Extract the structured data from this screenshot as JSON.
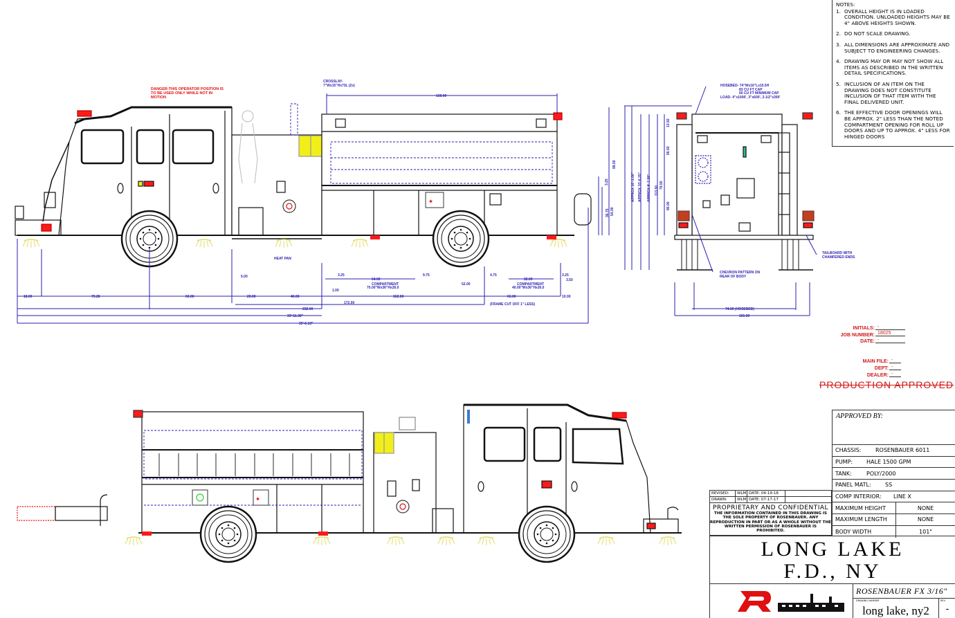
{
  "notes": {
    "title": "NOTES:",
    "items": [
      {
        "num": "1.",
        "text": "OVERALL HEIGHT IS IN LOADED CONDITION. UNLOADED HEIGHTS MAY BE 4\" ABOVE HEIGHTS SHOWN."
      },
      {
        "num": "2.",
        "text": "DO NOT SCALE DRAWING."
      },
      {
        "num": "3.",
        "text": "ALL DIMENSIONS ARE APPROXIMATE AND SUBJECT TO ENGINEERING CHANGES."
      },
      {
        "num": "4.",
        "text": "DRAWING MAY OR MAY NOT SHOW ALL ITEMS AS DESCRIBED IN THE WRITTEN DETAIL SPECIFICATIONS."
      },
      {
        "num": "5.",
        "text": "INCLUSION OF AN ITEM ON THE DRAWING DOES NOT CONSTITUTE INCLUSION OF THAT ITEM WITH THE FINAL DELIVERED UNIT."
      },
      {
        "num": "6.",
        "text": "THE EFFECTIVE DOOR OPENINGS WILL BE APPROX. 2\" LESS THAN THE NOTED COMPARTMENT OPENING FOR ROLL UP DOORS AND UP TO APPROX. 4\" LESS FOR HINGED DOORS"
      }
    ]
  },
  "annotations": {
    "warning": "DANGER-THIS OPERATOR POSITION IS TO BE USED ONLY WHILE NOT IN MOTION",
    "crosslay": "CROSSLAY-",
    "crosslay_detail": "7\"Wx15\"Hx73L (2x)",
    "hosebed_1": "HOSEBED- 74\"Wx16\"Lx15.5H",
    "hosebed_2": "83 CU FT CAP",
    "hosebed_3": "60 CU FT MINIMUM CAP",
    "hosebed_4": "LOAD- 4\"x1000', 3\"x600', 2-1/2\"x300'",
    "heat_pan": "HEAT PAN",
    "chevron_1": "CHEVRON PATTERN ON",
    "chevron_2": "REAR OF BODY",
    "tailboard_1": "TAILBOARD WITH",
    "tailboard_2": "CHAMFERED ENDS",
    "frame_cut": "(FRAME CUT OFF 1\" LESS)",
    "compartment_1_label": "COMPARTMENT",
    "compartment_1_size": "70.00\"Wx36\"Hx26.0",
    "compartment_2_label": "COMPARTMENT",
    "compartment_2_size": "40.00\"Wx36\"Hx26.0"
  },
  "dimensions": {
    "d1800": "18.00",
    "d7928": "79.28",
    "d6000": "60.00",
    "d500": "5.00",
    "d2000": "20.00",
    "d4600": "46.00",
    "d100": "1.00",
    "d325a": "3.25",
    "d6400": "64.00",
    "d975": "9.75",
    "d16200": "162.00",
    "d5200": "52.00",
    "d475": "4.75",
    "d3200": "32.00",
    "d325b": "3.25",
    "d350": "3.50",
    "d6600": "66.00",
    "d1000": "10.00",
    "d17200": "172.00",
    "d23200": "232.00",
    "overall_wb": "33'-11.38\"",
    "overall_len": "35'-6.13\"",
    "d16800": "168.00",
    "h325": "3.25",
    "h3675": "36.75",
    "h5400": "54.00",
    "h9950": "99.50",
    "r1350": "13.50",
    "r5650": "56.50",
    "r7950": "79.50",
    "r11350": "113.50",
    "r9500": "95.00",
    "approx1": "APPROX 10'-1.00\"",
    "approx2": "APPROX 10'-6.25\"",
    "approx3": "APPROX 9'-7.38\"",
    "w7400": "74.00 (HOSEBED)",
    "w10100": "101.00"
  },
  "production": {
    "initials_label": "INITIALS:",
    "initials_value": "-",
    "job_label": "JOB NUMBER:",
    "job_value": "18025",
    "date_label": "DATE:",
    "date_value": "-",
    "main_file_label": "MAIN FILE:",
    "main_file_value": "-",
    "dept_label": "DEPT:",
    "dept_value": "-",
    "dealer_label": "DEALER:",
    "dealer_value": "-",
    "stamp": "PRODUCTION APPROVED"
  },
  "title_block": {
    "approved_by": "APPROVED BY:",
    "chassis_label": "CHASSIS:",
    "chassis_value": "ROSENBAUER 6011",
    "pump_label": "PUMP:",
    "pump_value": "HALE 1500 GPM",
    "tank_label": "TANK:",
    "tank_value": "POLY/2000",
    "panel_label": "PANEL MATL:",
    "panel_value": "SS",
    "comp_label": "COMP INTERIOR:",
    "comp_value": "LINE X",
    "max_height_label": "MAXIMUM HEIGHT",
    "max_height_value": "NONE",
    "max_length_label": "MAXIMUM LENGTH",
    "max_length_value": "NONE",
    "body_width_label": "BODY WIDTH",
    "body_width_value": "101\""
  },
  "revision": {
    "revised_label": "REVISED:",
    "revised_by": "WLM",
    "revised_date": "DATE: 04-19-18",
    "drawn_label": "DRAWN:",
    "drawn_by": "WLM",
    "drawn_date": "DATE: 07-17-17"
  },
  "proprietary": {
    "heading": "PROPRIETARY AND CONFIDENTIAL",
    "body": "THE INFORMATION CONTAINED IN THIS DRAWING IS THE SOLE PROPERTY OF ROSENBAUER. ANY REPRODUCTION IN PART OR AS A WHOLE WITHOUT THE WRITTEN PERMISSION OF ROSENBAUER IS PROHIBITED."
  },
  "customer": {
    "line1": "LONG LAKE",
    "line2": "F.D., NY"
  },
  "footer": {
    "brand": "rosenbauer",
    "model": "ROSENBAUER FX 3/16\"",
    "drawing_number_caption": "DRAWING NUMBER",
    "drawing_number": "long lake, ny2",
    "rev_caption": "REV",
    "rev_value": "-"
  },
  "colors": {
    "dimension_blue": "#2a1fb0",
    "warning_red": "#e01010",
    "light_red": "#ff1a1a",
    "compartment_yellow": "#f2ee1a",
    "scene_light_yellow": "#e8e27a"
  }
}
